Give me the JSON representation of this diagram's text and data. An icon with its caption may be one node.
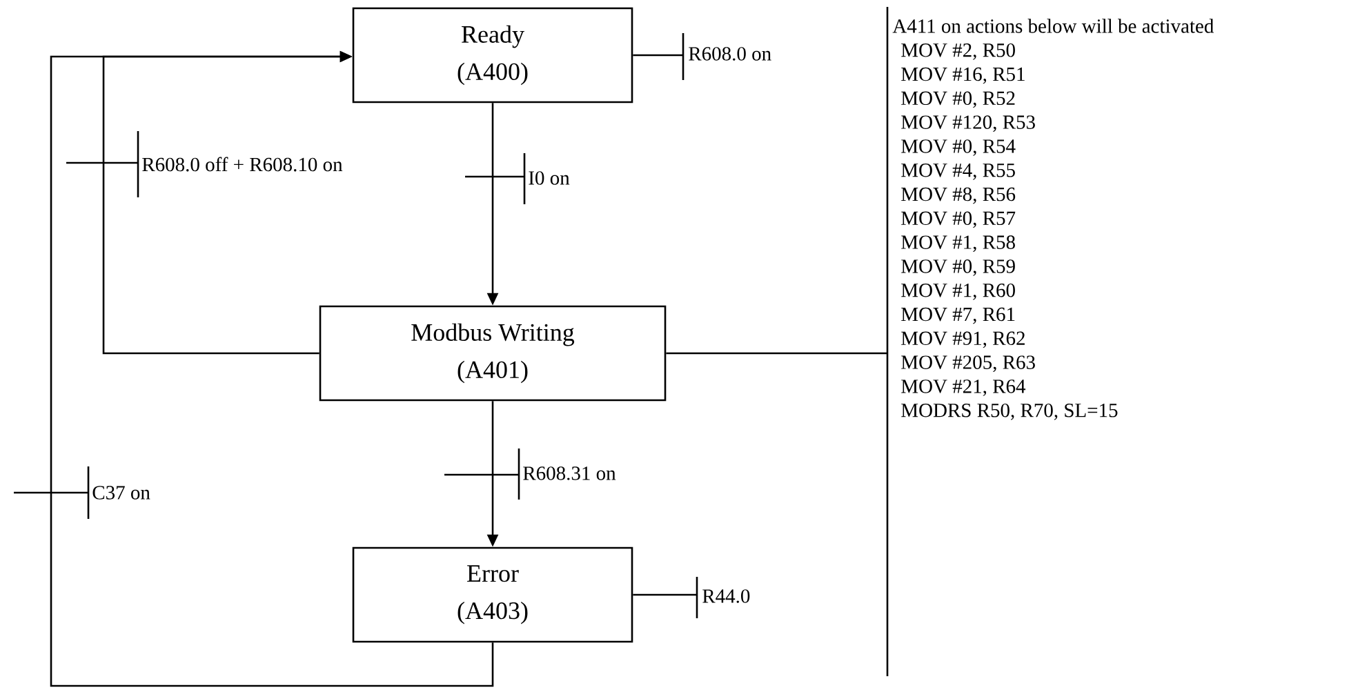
{
  "diagram": {
    "nodes": [
      {
        "text": [
          "Ready",
          "(A400)"
        ]
      },
      {
        "text": [
          "Modbus Writing",
          "(A401)"
        ]
      },
      {
        "text": [
          "Error",
          "(A403)"
        ]
      },
      {
        "text": [
          "R608.0 on"
        ]
      },
      {
        "text": [
          "A411 on actions below will be activated",
          "MOV #2, R50",
          "MOV #16, R51",
          "MOV #0, R52",
          "MOV #120, R53",
          "MOV #0, R54",
          "MOV #4, R55",
          "MOV #8, R56",
          "MOV #0, R57",
          "MOV #1, R58",
          "MOV #0, R59",
          "MOV #1, R60",
          "MOV #7, R61",
          "MOV #91, R62",
          "MOV #205, R63",
          "MOV #21, R64",
          "MODRS R50, R70, SL=15"
        ]
      },
      {
        "text": [
          "R44.0"
        ]
      }
    ],
    "edges": [
      {
        "from": 0,
        "to": 1,
        "arrow": "to",
        "label": "I0 on"
      },
      {
        "from": 1,
        "to": 2,
        "arrow": "to",
        "label": "R608.31 on"
      },
      {
        "from": 1,
        "to": 0,
        "arrow": "to",
        "label": "R608.0 off + R608.10 on"
      },
      {
        "from": 2,
        "to": 0,
        "arrow": "to",
        "label": "C37 on"
      },
      {
        "from": 0,
        "to": 3,
        "arrow": "none"
      },
      {
        "from": 1,
        "to": 4,
        "arrow": "none"
      },
      {
        "from": 2,
        "to": 5,
        "arrow": "none"
      }
    ]
  }
}
